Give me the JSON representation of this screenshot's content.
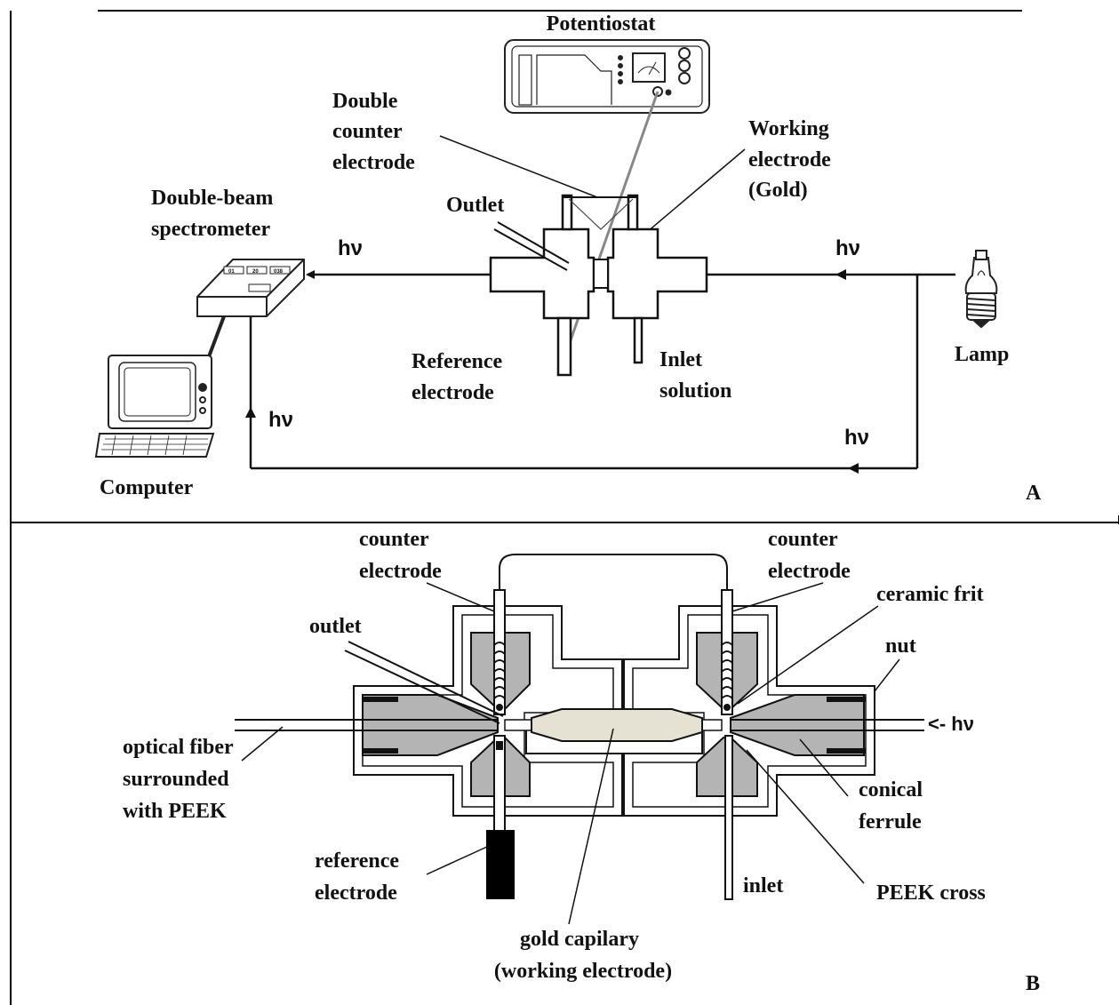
{
  "panel_a": {
    "panel_label": "A",
    "potentiostat": "Potentiostat",
    "double_counter": [
      "Double",
      "counter",
      "electrode"
    ],
    "working_electrode": [
      "Working",
      "electrode",
      "(Gold)"
    ],
    "spectrometer": [
      "Double-beam",
      "spectrometer"
    ],
    "outlet": "Outlet",
    "hv": "hν",
    "reference_electrode": [
      "Reference",
      "electrode"
    ],
    "inlet_solution": [
      "Inlet",
      "solution"
    ],
    "lamp": "Lamp",
    "computer": "Computer",
    "display_values": [
      "01",
      "20",
      "038"
    ]
  },
  "panel_b": {
    "panel_label": "B",
    "counter_electrode": [
      "counter",
      "electrode"
    ],
    "ceramic_frit": "ceramic frit",
    "outlet": "outlet",
    "nut": "nut",
    "light_in": "<- hν",
    "optical_fiber": [
      "optical fiber",
      "surrounded",
      "with PEEK"
    ],
    "conical_ferrule": [
      "conical",
      "ferrule"
    ],
    "reference_electrode": [
      "reference",
      "electrode"
    ],
    "inlet": "inlet",
    "peek_cross": "PEEK cross",
    "gold_capillary": [
      "gold capilary",
      "(working electrode)"
    ]
  },
  "colors": {
    "ink": "#111111",
    "ferrule": "#b4b4b4",
    "capillary": "#e6e2d3",
    "frame": "#000000"
  }
}
